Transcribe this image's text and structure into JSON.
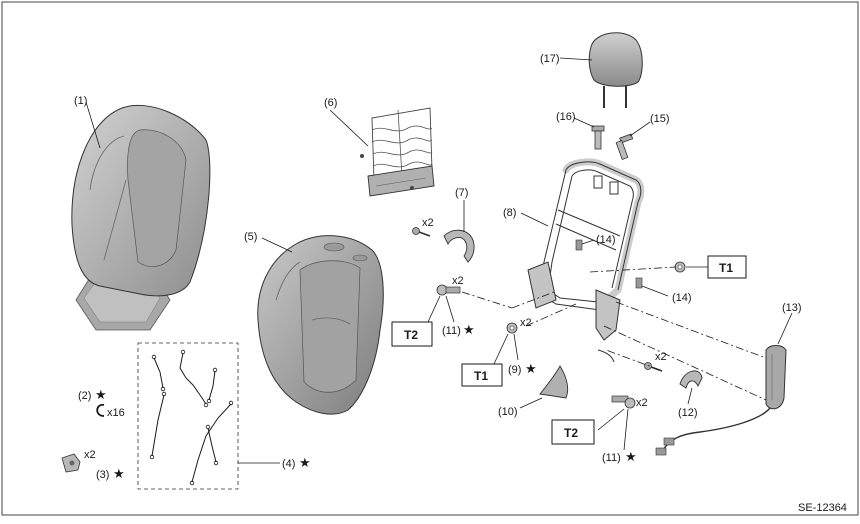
{
  "figure_id": "SE-12364",
  "callouts": {
    "c1": "(1)",
    "c2": "(2)",
    "c3": "(3)",
    "c4": "(4)",
    "c5": "(5)",
    "c6": "(6)",
    "c7": "(7)",
    "c8": "(8)",
    "c9": "(9)",
    "c10": "(10)",
    "c11a": "(11)",
    "c11b": "(11)",
    "c12": "(12)",
    "c13": "(13)",
    "c14a": "(14)",
    "c14b": "(14)",
    "c15": "(15)",
    "c16": "(16)",
    "c17": "(17)"
  },
  "quantities": {
    "q2": "x16",
    "q3": "x2",
    "q7": "x2",
    "q11a": "x2",
    "q9": "x2",
    "q12": "x2",
    "q11b": "x2"
  },
  "torque_labels": {
    "t1a": "T1",
    "t2a": "T2",
    "t1b": "T1",
    "t2b": "T2"
  },
  "star_glyph": "★",
  "colors": {
    "line": "#1a1a1a",
    "part_fill": "#bdbdbd",
    "part_dark": "#8f8f8f",
    "part_light": "#d9d9d9",
    "frame": "#9a9a9a"
  }
}
